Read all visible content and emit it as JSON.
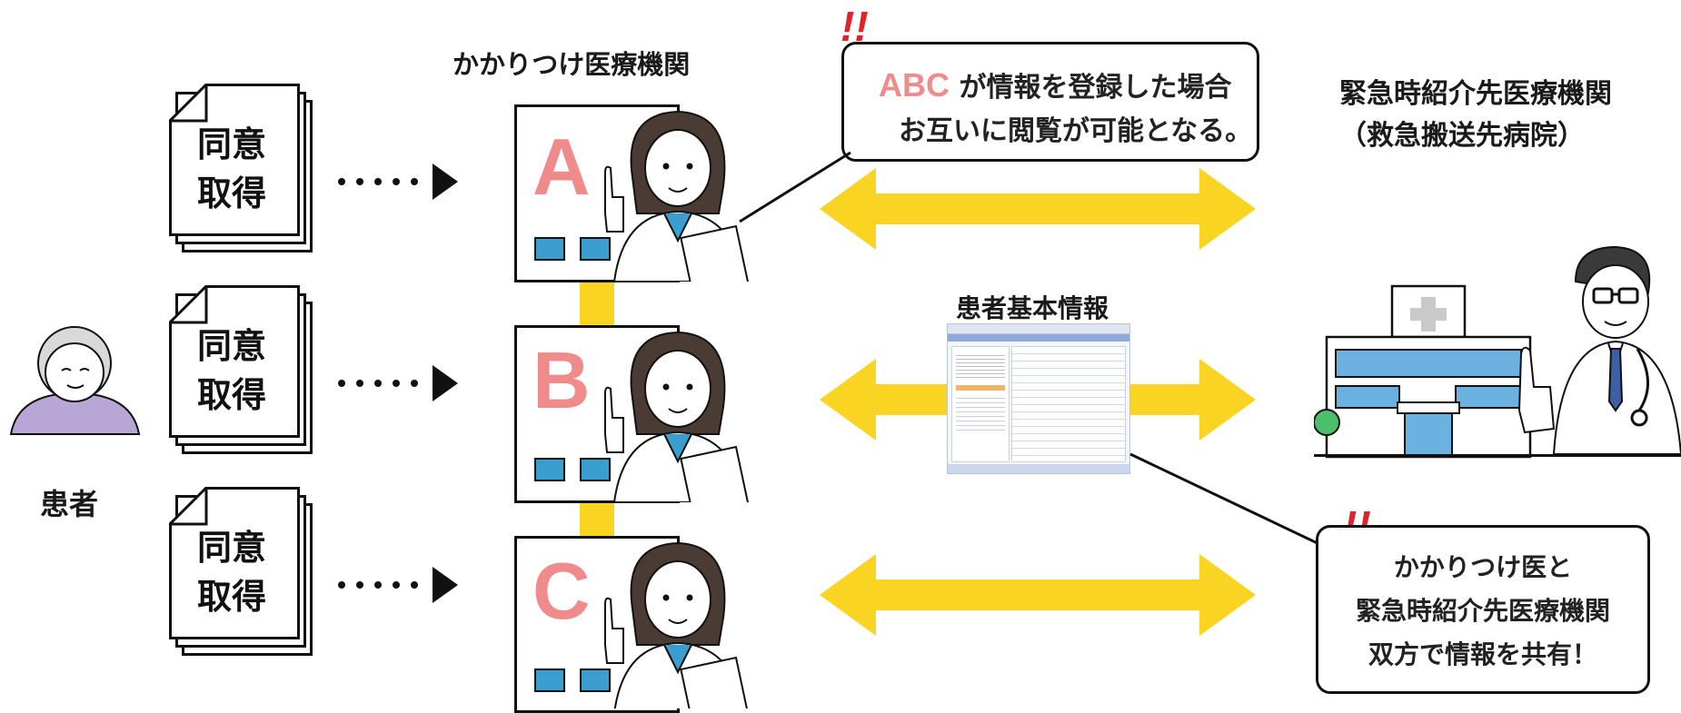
{
  "patient": {
    "label": "患者"
  },
  "consent": {
    "line1": "同意",
    "line2": "取得"
  },
  "clinics": {
    "title": "かかりつけ医療機関",
    "items": [
      {
        "letter": "A"
      },
      {
        "letter": "B"
      },
      {
        "letter": "C"
      }
    ]
  },
  "callout_top": {
    "highlight": "ABC",
    "line1_rest": " が情報を登録した場合",
    "line2": "お互いに閲覧が可能となる。",
    "mark": "!!"
  },
  "info_center": {
    "label": "患者基本情報"
  },
  "emergency": {
    "title_line1": "緊急時紹介先医療機関",
    "title_line2": "（救急搬送先病院）"
  },
  "callout_bottom": {
    "line1": "かかりつけ医と",
    "line2": "緊急時紹介先医療機関",
    "line3": "双方で情報を共有！",
    "mark": "!!"
  },
  "colors": {
    "accent_yellow": "#f9d423",
    "letter_pink": "#f08b8b",
    "exclaim_red": "#e2222a",
    "icon_blue": "#3a9ed0"
  }
}
